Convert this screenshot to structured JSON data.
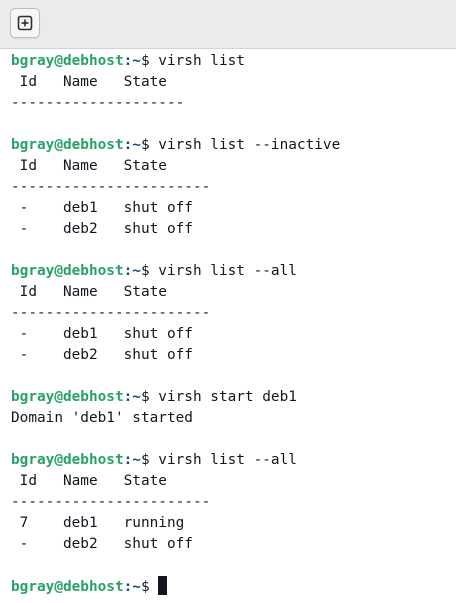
{
  "window": {
    "new_tab_icon": "plus-square-icon"
  },
  "prompt": {
    "user": "bgray@debhost",
    "path": ":~",
    "symbol": "$ "
  },
  "lines": [
    {
      "type": "prompt",
      "cmd": "virsh list"
    },
    {
      "type": "text",
      "text": " Id   Name   State"
    },
    {
      "type": "text",
      "text": "--------------------"
    },
    {
      "type": "text",
      "text": ""
    },
    {
      "type": "prompt",
      "cmd": "virsh list --inactive"
    },
    {
      "type": "text",
      "text": " Id   Name   State"
    },
    {
      "type": "text",
      "text": "-----------------------"
    },
    {
      "type": "text",
      "text": " -    deb1   shut off"
    },
    {
      "type": "text",
      "text": " -    deb2   shut off"
    },
    {
      "type": "text",
      "text": ""
    },
    {
      "type": "prompt",
      "cmd": "virsh list --all"
    },
    {
      "type": "text",
      "text": " Id   Name   State"
    },
    {
      "type": "text",
      "text": "-----------------------"
    },
    {
      "type": "text",
      "text": " -    deb1   shut off"
    },
    {
      "type": "text",
      "text": " -    deb2   shut off"
    },
    {
      "type": "text",
      "text": ""
    },
    {
      "type": "prompt",
      "cmd": "virsh start deb1"
    },
    {
      "type": "text",
      "text": "Domain 'deb1' started"
    },
    {
      "type": "text",
      "text": ""
    },
    {
      "type": "prompt",
      "cmd": "virsh list --all"
    },
    {
      "type": "text",
      "text": " Id   Name   State"
    },
    {
      "type": "text",
      "text": "-----------------------"
    },
    {
      "type": "text",
      "text": " 7    deb1   running"
    },
    {
      "type": "text",
      "text": " -    deb2   shut off"
    },
    {
      "type": "text",
      "text": ""
    },
    {
      "type": "prompt",
      "cmd": "",
      "cursor": true
    }
  ],
  "colors": {
    "user": "#26a269",
    "path": "#12488b",
    "text": "#171421",
    "background": "#ffffff"
  }
}
